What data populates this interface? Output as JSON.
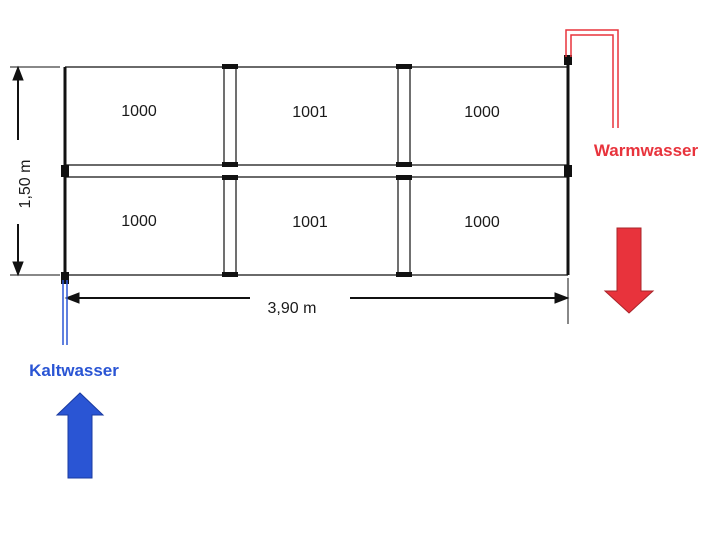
{
  "colors": {
    "cold": "#2a55d4",
    "warm": "#e8333c",
    "frame": "#111111"
  },
  "panels": {
    "top": [
      "1000",
      "1001",
      "1000"
    ],
    "bottom": [
      "1000",
      "1001",
      "1000"
    ]
  },
  "dimensions": {
    "height": "1,50 m",
    "width": "3,90 m"
  },
  "flows": {
    "cold_label": "Kaltwasser",
    "warm_label": "Warmwasser",
    "cold_arrow_icon": "arrow-up-icon",
    "warm_arrow_icon": "arrow-down-icon"
  }
}
